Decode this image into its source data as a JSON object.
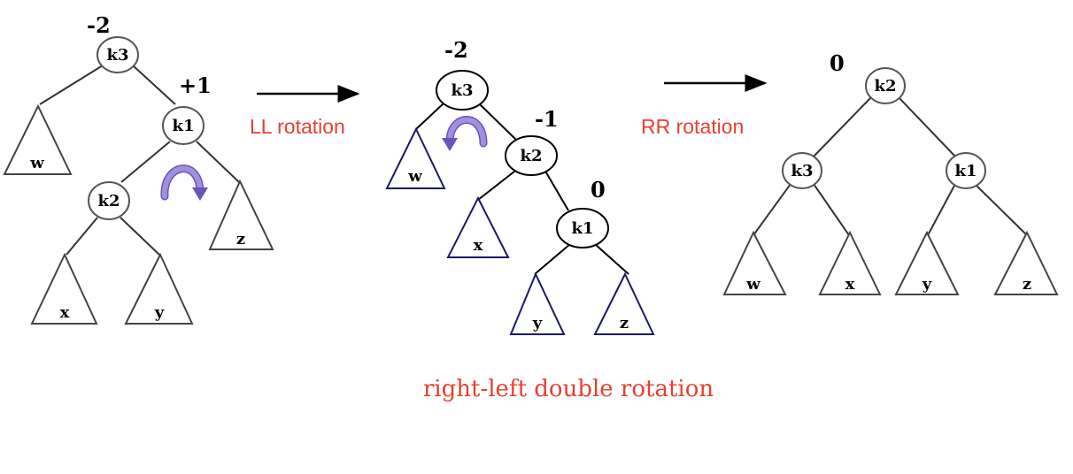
{
  "colors": {
    "line": "#333333",
    "node_fill": "#ffffff",
    "node_stroke_grey": "#555555",
    "node_stroke_black": "#000000",
    "leaf_stroke_grey": "#444444",
    "leaf_stroke_navy": "#1a1a66",
    "label_red": "#e8402f",
    "arrow_purple": "#a18fe0",
    "arrow_purple_dark": "#6a55b8"
  },
  "operations": {
    "first": "LL rotation",
    "second": "RR rotation"
  },
  "caption": "right-left double rotation",
  "trees": {
    "before": {
      "nodes": {
        "root": "k3",
        "right": "k1",
        "right_left": "k2"
      },
      "balance": {
        "root": "-2",
        "right": "+1"
      },
      "leaves": {
        "w": "w",
        "x": "x",
        "y": "y",
        "z": "z"
      }
    },
    "middle": {
      "nodes": {
        "root": "k3",
        "right": "k2",
        "right_right": "k1"
      },
      "balance": {
        "root": "-2",
        "right": "-1",
        "right_right": "0"
      },
      "leaves": {
        "w": "w",
        "x": "x",
        "y": "y",
        "z": "z"
      }
    },
    "after": {
      "nodes": {
        "root": "k2",
        "left": "k3",
        "right": "k1"
      },
      "balance": {
        "root": "0"
      },
      "leaves": {
        "w": "w",
        "x": "x",
        "y": "y",
        "z": "z"
      }
    }
  }
}
